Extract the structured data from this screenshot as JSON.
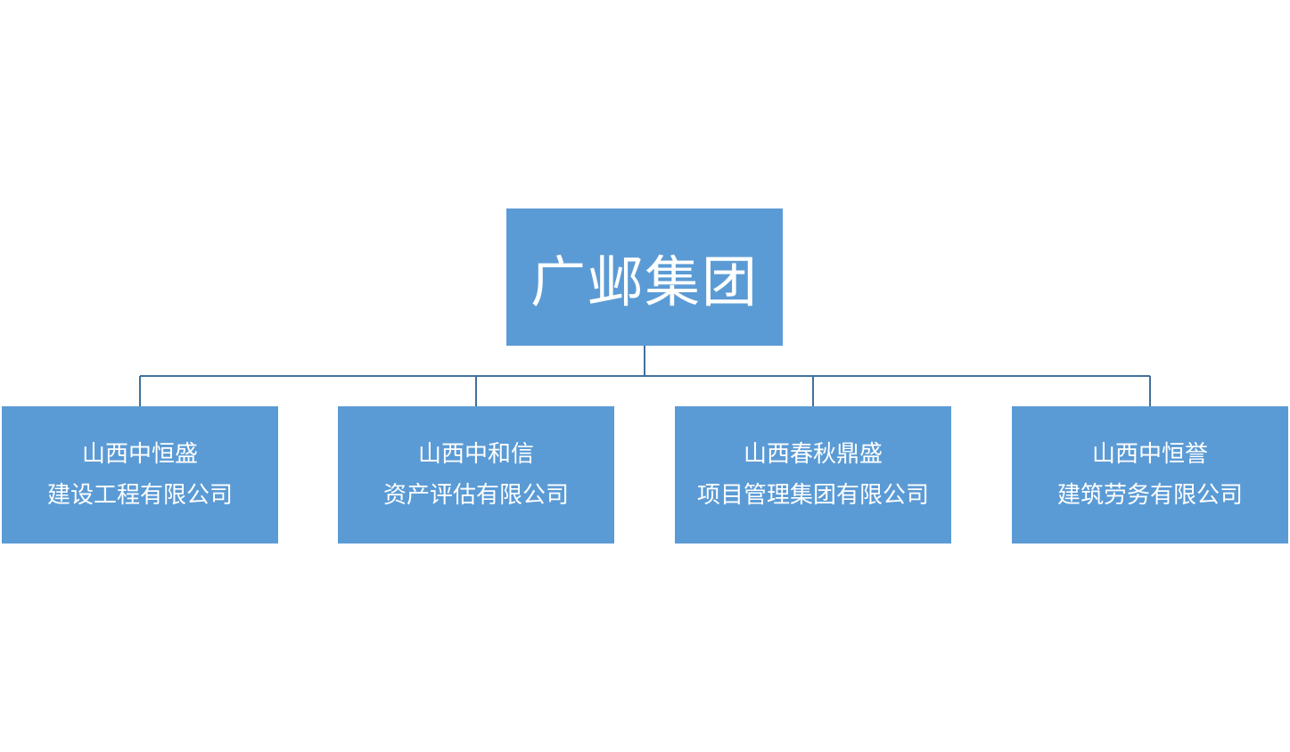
{
  "root": {
    "label": "广邺集团"
  },
  "children": [
    {
      "line1": "山西中恒盛",
      "line2": "建设工程有限公司"
    },
    {
      "line1": "山西中和信",
      "line2": "资产评估有限公司"
    },
    {
      "line1": "山西春秋鼎盛",
      "line2": "项目管理集团有限公司"
    },
    {
      "line1": "山西中恒誉",
      "line2": "建筑劳务有限公司"
    }
  ],
  "colors": {
    "box_fill": "#5b9bd5",
    "box_text": "#ffffff",
    "connector": "#41719c",
    "background": "#ffffff"
  }
}
